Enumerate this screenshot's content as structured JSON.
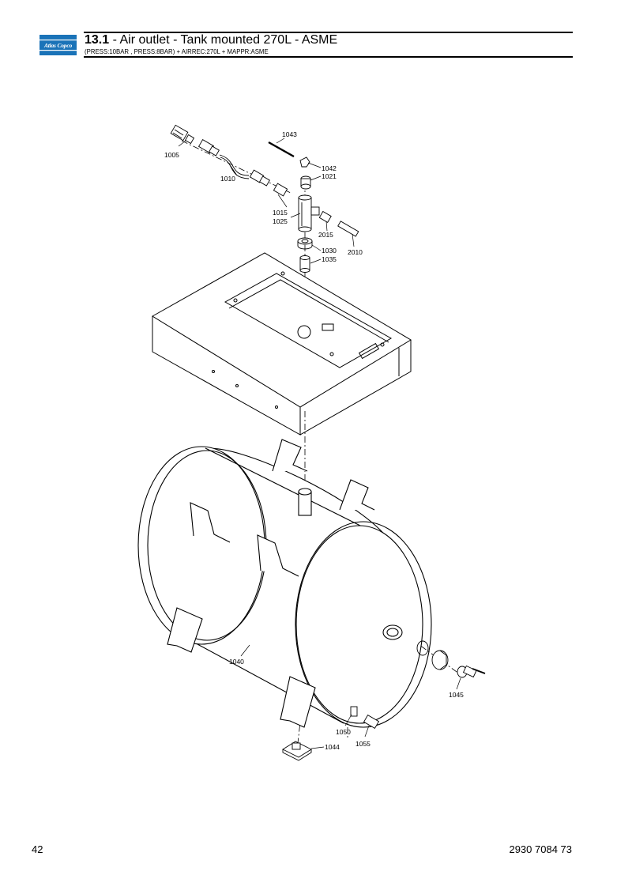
{
  "header": {
    "brand": "Atlas Copco",
    "section_number": "13.1",
    "title_rest": " - Air outlet - Tank mounted 270L - ASME",
    "subtitle": "(PRESS:10BAR , PRESS:8BAR) + AIRREC:270L + MAPPR:ASME",
    "brand_color": "#1a73b8"
  },
  "callouts": [
    "1005",
    "1010",
    "1015",
    "1025",
    "1043",
    "1042",
    "1021",
    "2015",
    "2010",
    "1030",
    "1035",
    "1040",
    "1045",
    "1050",
    "1055",
    "1044"
  ],
  "footer": {
    "page_number": "42",
    "document_number": "2930 7084 73"
  }
}
